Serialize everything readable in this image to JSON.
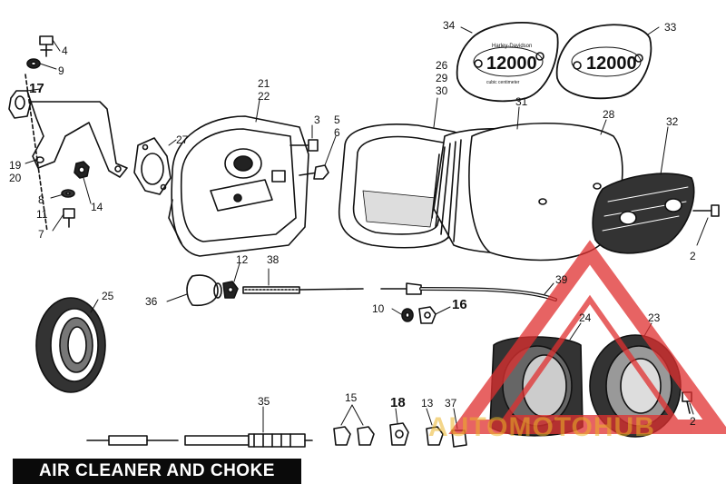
{
  "title": "AIR CLEANER AND CHOKE",
  "watermark": {
    "text": "AUTOMOTOHUB",
    "color_tri": "#e03030",
    "color_text": "#e8b020"
  },
  "badges": {
    "left_text": "12000",
    "right_text": "12000",
    "left_small_top": "Harley-Davidson",
    "left_small_bottom": "cubic centimeter"
  },
  "labels": {
    "n4": "4",
    "n9": "9",
    "n17": "17",
    "n19": "19",
    "n20": "20",
    "n8": "8",
    "n11": "11",
    "n7": "7",
    "n14": "14",
    "n27": "27",
    "n21": "21",
    "n22": "22",
    "n3": "3",
    "n5": "5",
    "n6": "6",
    "n34": "34",
    "n33": "33",
    "n26": "26",
    "n29": "29",
    "n30": "30",
    "n31": "31",
    "n28": "28",
    "n32": "32",
    "n2a": "2",
    "n12": "12",
    "n38": "38",
    "n36": "36",
    "n39": "39",
    "n10": "10",
    "n16": "16",
    "n25": "25",
    "n24": "24",
    "n23": "23",
    "n35": "35",
    "n15": "15",
    "n18": "18",
    "n13": "13",
    "n37": "37",
    "n2b": "2"
  }
}
